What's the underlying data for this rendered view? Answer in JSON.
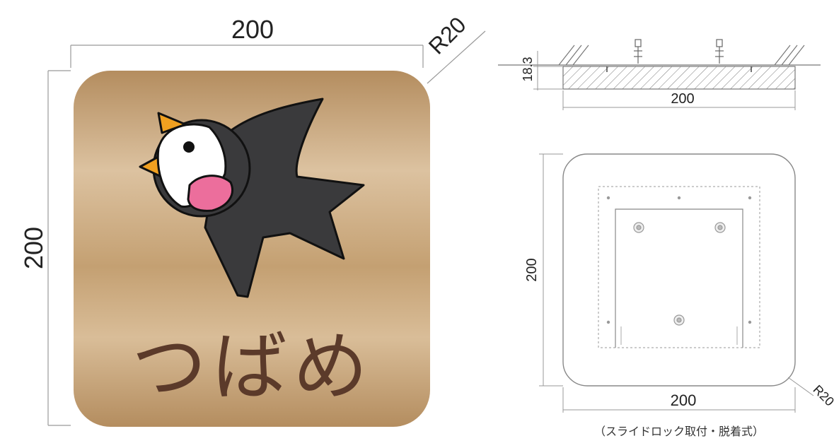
{
  "left_sign": {
    "dim_width": "200",
    "dim_height": "200",
    "dim_radius": "R20",
    "label": "つばめ",
    "icon": "swallow-bird-icon",
    "colors": {
      "plate_light": "#dcc2a0",
      "plate_dark": "#b48d5f",
      "label": "#5b3a2a",
      "bird_body": "#3a3a3c",
      "beak": "#f0a020",
      "mouth": "#ec6e9c"
    }
  },
  "side_view": {
    "dim_thickness": "18.3",
    "dim_width": "200"
  },
  "back_view": {
    "dim_width": "200",
    "dim_height": "200",
    "dim_radius": "R20",
    "caption": "（スライドロック取付・脱着式）"
  }
}
